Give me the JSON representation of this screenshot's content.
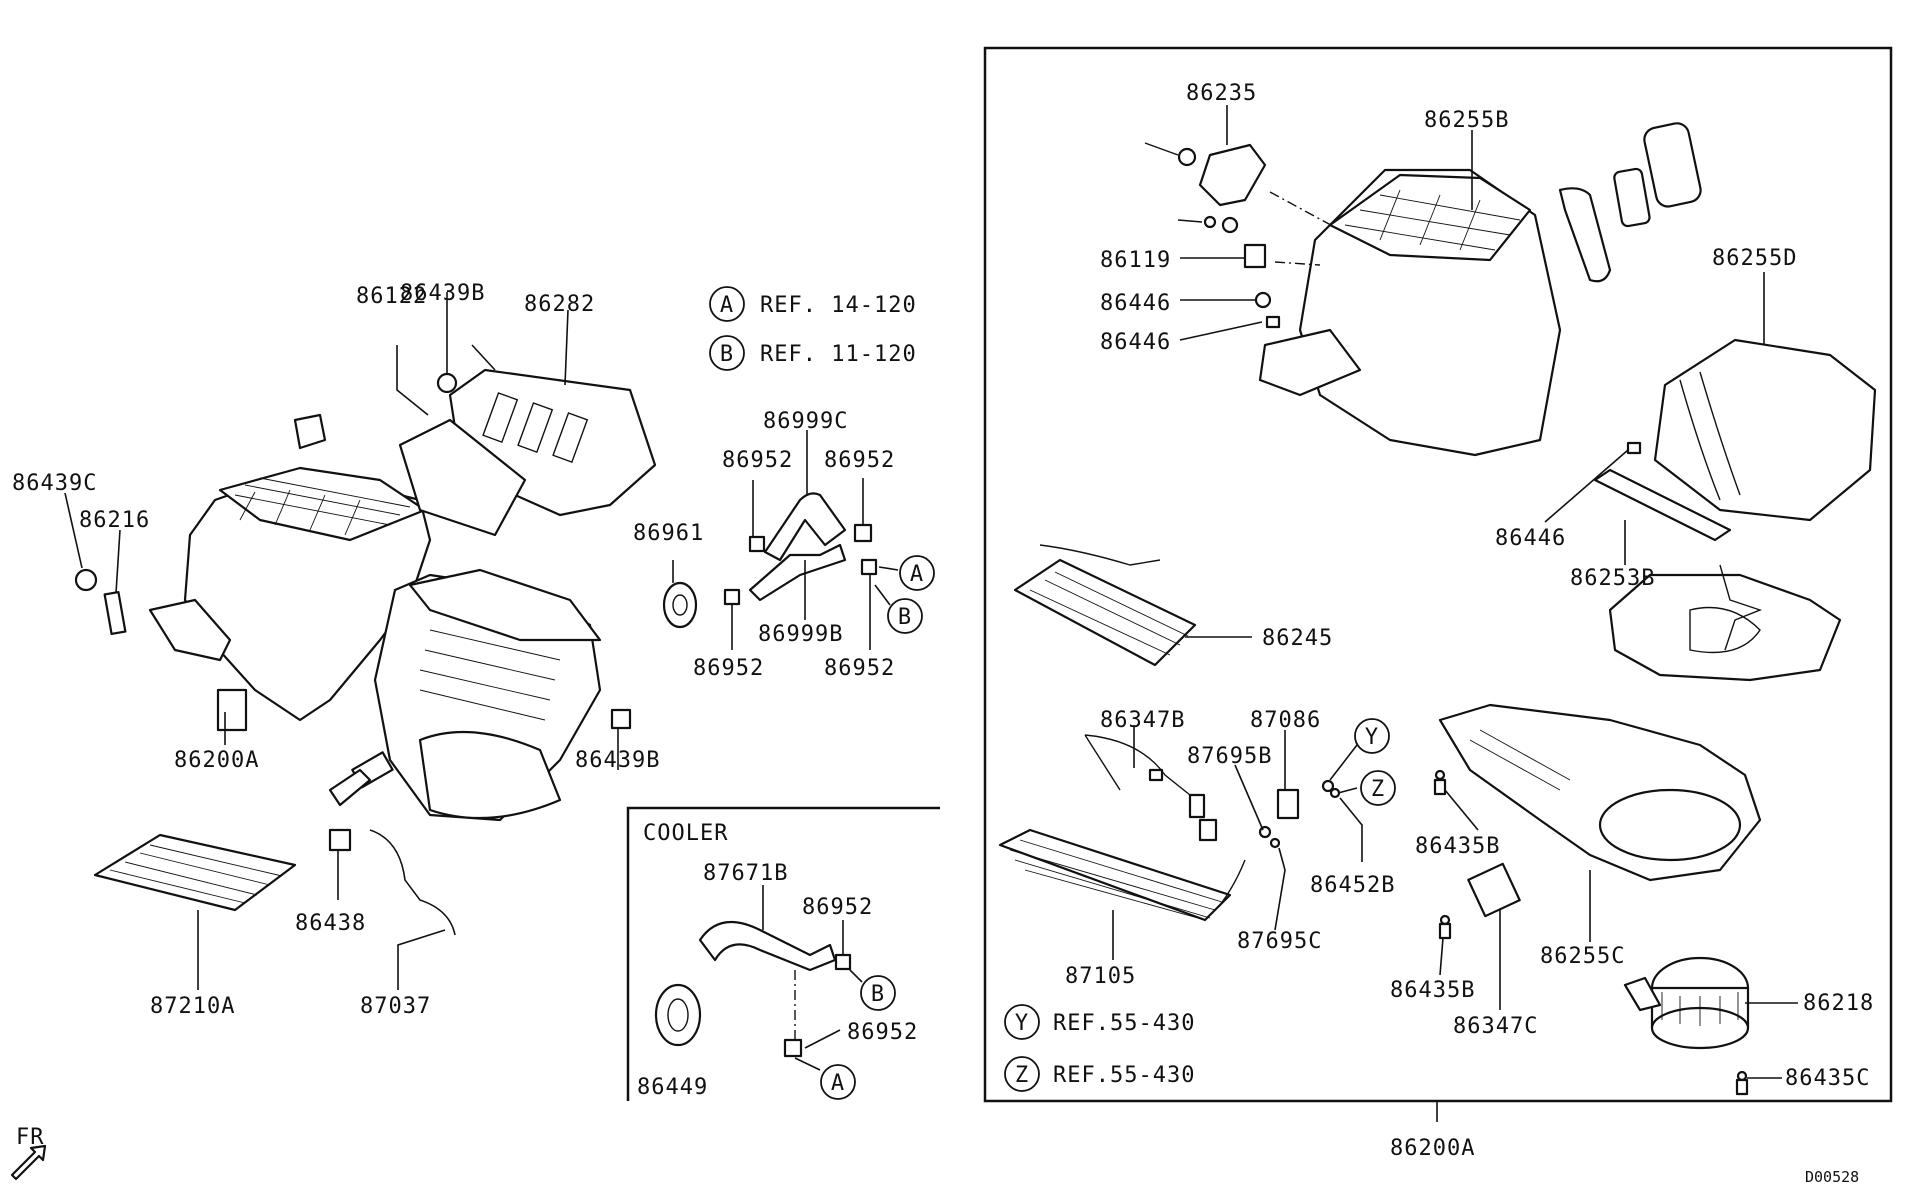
{
  "labels": {
    "p86439C": "86439C",
    "p86216": "86216",
    "p86439B_top": "86439B",
    "p86122": "86122",
    "p86282": "86282",
    "p86200A_left": "86200A",
    "p86439B_right": "86439B",
    "p86438": "86438",
    "p87210A": "87210A",
    "p87037": "87037",
    "p86961": "86961",
    "p86952_a": "86952",
    "p86999C": "86999C",
    "p86952_b": "86952",
    "p86999B": "86999B",
    "p86952_c": "86952",
    "p86952_d": "86952",
    "p87671B": "87671B",
    "p86952_e": "86952",
    "p86952_f": "86952",
    "p86449": "86449",
    "p86235": "86235",
    "p86255B": "86255B",
    "p86119": "86119",
    "p86446_a": "86446",
    "p86446_b": "86446",
    "p86255D": "86255D",
    "p86446_c": "86446",
    "p86253B": "86253B",
    "p86245": "86245",
    "p86347B": "86347B",
    "p87086": "87086",
    "p87695B": "87695B",
    "p86452B": "86452B",
    "p87695C": "87695C",
    "p87105": "87105",
    "p86435B_a": "86435B",
    "p86255C": "86255C",
    "p86435B_b": "86435B",
    "p86347C": "86347C",
    "p86218": "86218",
    "p86435C": "86435C",
    "p86200A_bottom": "86200A"
  },
  "refs": {
    "a_letter": "A",
    "a_text": "REF. 14-120",
    "b_letter": "B",
    "b_text": "REF. 11-120",
    "y_letter": "Y",
    "y_text": "REF.55-430",
    "z_letter": "Z",
    "z_text": "REF.55-430"
  },
  "callouts": {
    "A": "A",
    "B": "B",
    "Y": "Y",
    "Z": "Z"
  },
  "cooler_title": "COOLER",
  "fr_label": "FR",
  "diagram_code": "D00528"
}
